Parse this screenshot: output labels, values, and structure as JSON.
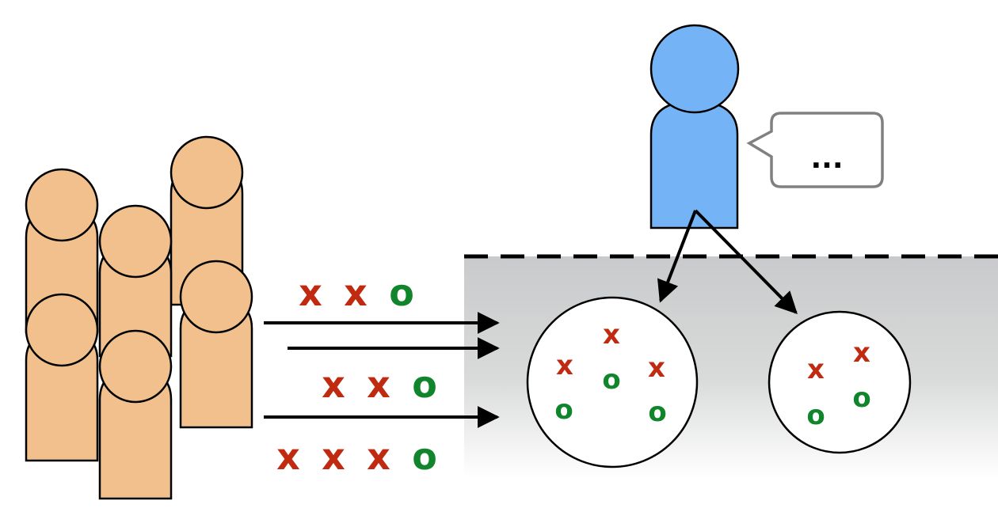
{
  "diagram": {
    "crowd": {
      "people": [
        {
          "id": "p1"
        },
        {
          "id": "p2"
        },
        {
          "id": "p3"
        },
        {
          "id": "p4"
        },
        {
          "id": "p5"
        },
        {
          "id": "p6"
        }
      ],
      "color": "#f2c08c",
      "stroke": "#000000"
    },
    "speaker": {
      "color": "#74b4f6",
      "stroke": "#000000",
      "speech_text": "..."
    },
    "labels": {
      "row1": [
        "x",
        "x",
        "o"
      ],
      "row2": [
        "x",
        "x",
        "o"
      ],
      "row3": [
        "x",
        "x",
        "x",
        "o"
      ]
    },
    "circle_left_marks": [
      "x",
      "x",
      "x",
      "o",
      "o",
      "o"
    ],
    "circle_right_marks": [
      "x",
      "x",
      "o",
      "o"
    ],
    "colors": {
      "x_mark": "#c02a10",
      "o_mark": "#11852c",
      "region_fill": "#cfd0d0",
      "dashed_line": "#000000",
      "arrow": "#000000",
      "speech_border": "#808080"
    }
  }
}
